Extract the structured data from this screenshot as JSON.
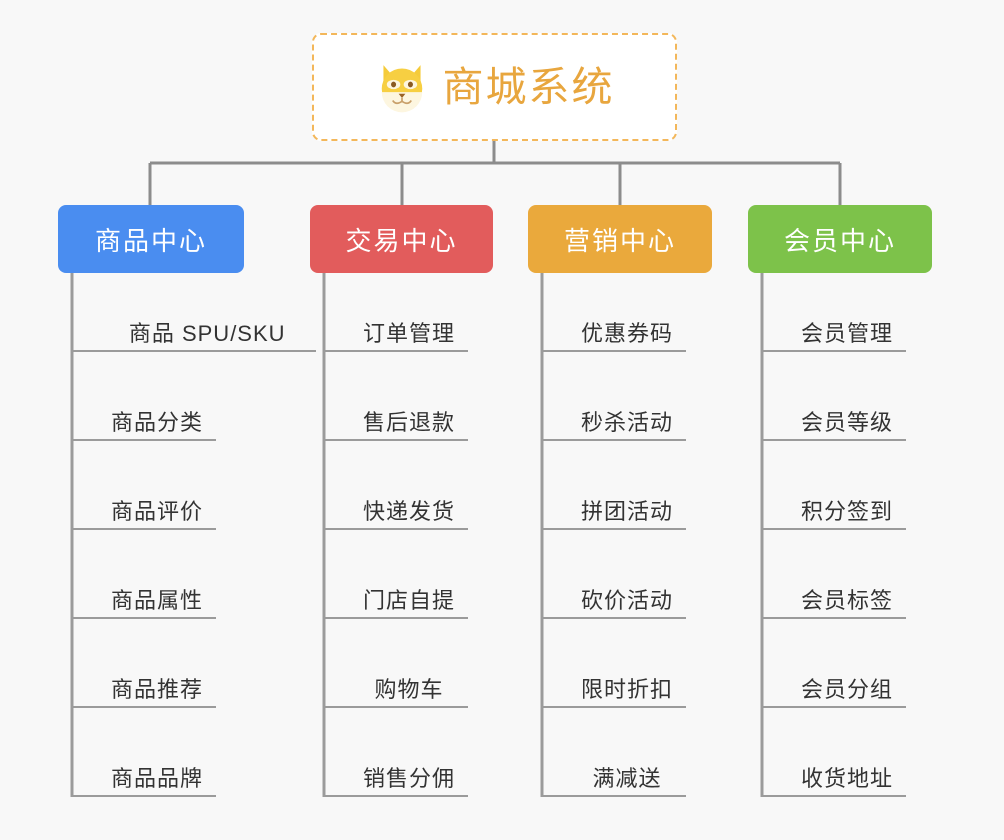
{
  "background_color": "#f8f8f8",
  "root": {
    "title": "商城系统",
    "icon": "dog-face-icon",
    "text_color": "#e8a63e",
    "border_color": "#f3b75a",
    "background_color": "#ffffff"
  },
  "connector_color": "#8c8c8c",
  "leaf_line_color": "#9b9b9b",
  "leaf_text_color": "#333333",
  "columns": [
    {
      "title": "商品中心",
      "color": "#4a8df0",
      "items": [
        "商品 SPU/SKU",
        "商品分类",
        "商品评价",
        "商品属性",
        "商品推荐",
        "商品品牌"
      ]
    },
    {
      "title": "交易中心",
      "color": "#e25c5c",
      "items": [
        "订单管理",
        "售后退款",
        "快递发货",
        "门店自提",
        "购物车",
        "销售分佣"
      ]
    },
    {
      "title": "营销中心",
      "color": "#eaa93c",
      "items": [
        "优惠券码",
        "秒杀活动",
        "拼团活动",
        "砍价活动",
        "限时折扣",
        "满减送"
      ]
    },
    {
      "title": "会员中心",
      "color": "#7dc24a",
      "items": [
        "会员管理",
        "会员等级",
        "积分签到",
        "会员标签",
        "会员分组",
        "收货地址"
      ]
    }
  ]
}
